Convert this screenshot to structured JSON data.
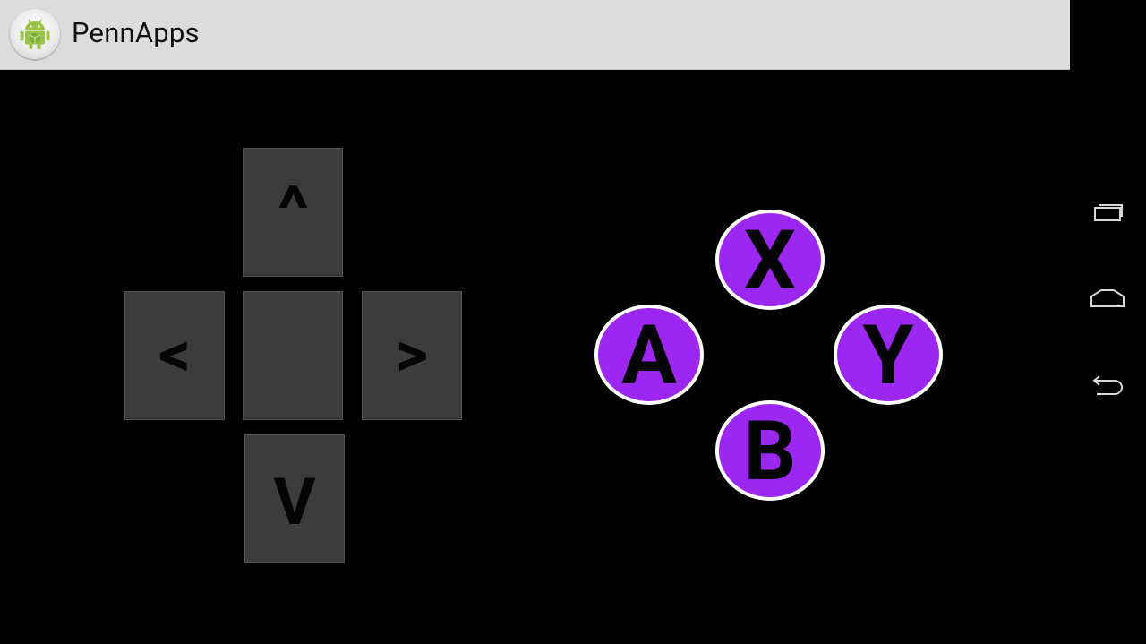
{
  "app": {
    "title": "PennApps",
    "icon": "android-robot-icon"
  },
  "dpad": {
    "up_label": "^",
    "left_label": "<",
    "center_label": "",
    "right_label": ">",
    "down_label": "V"
  },
  "face_buttons": {
    "x_label": "X",
    "a_label": "A",
    "y_label": "Y",
    "b_label": "B",
    "color": "#9b27f0",
    "outline": "#ffffff"
  },
  "nav": {
    "recent_icon": "recent-apps-icon",
    "home_icon": "home-icon",
    "back_icon": "back-icon"
  },
  "colors": {
    "action_bar": "#dcdcdc",
    "background": "#000000",
    "dpad_button": "#3c3c3c"
  }
}
